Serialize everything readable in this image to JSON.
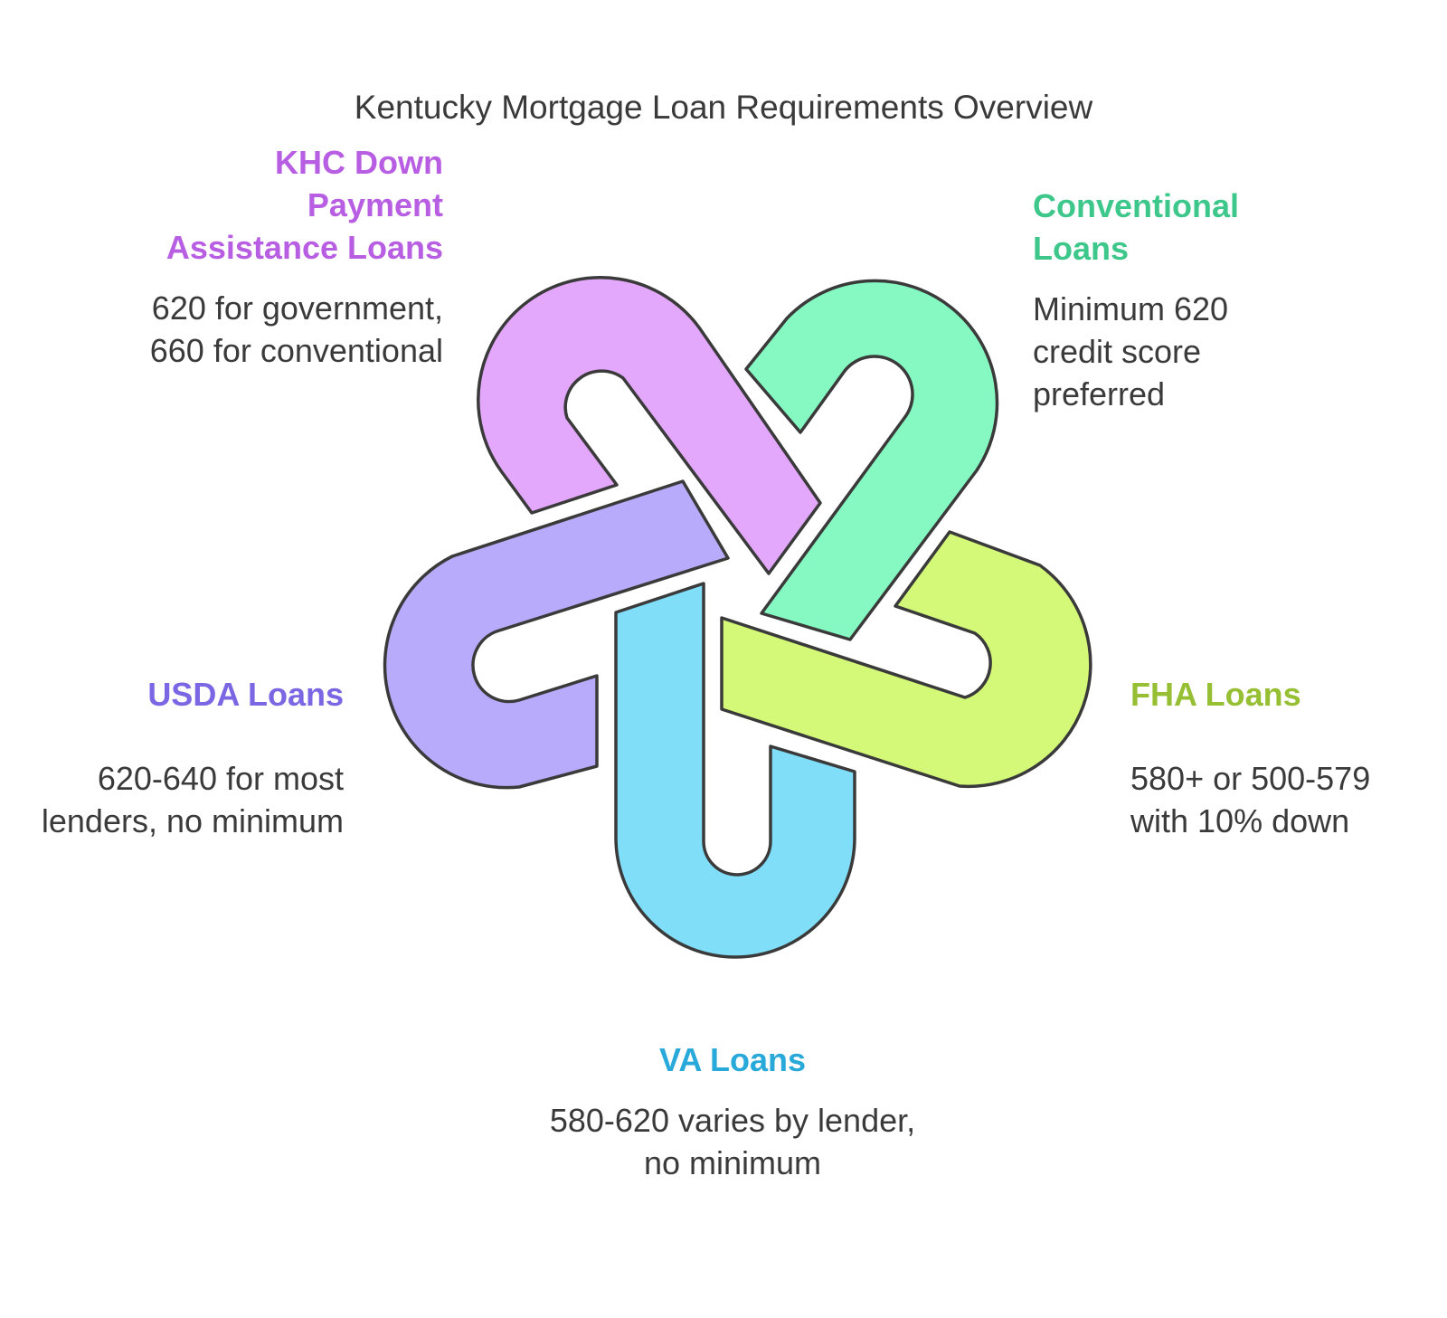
{
  "title": "Kentucky Mortgage Loan Requirements Overview",
  "loans": {
    "khc": {
      "name": "KHC Down Payment Assistance Loans",
      "description": "620 for government, 660 for conventional",
      "color": "#b85ee3",
      "fill": "#e3a8fb"
    },
    "conventional": {
      "name": "Conventional Loans",
      "description": "Minimum 620 credit score preferred",
      "color": "#3ec78a",
      "fill": "#86f8c2"
    },
    "fha": {
      "name": "FHA Loans",
      "description": "580+ or 500-579 with 10% down",
      "color": "#96bf33",
      "fill": "#d4f878"
    },
    "va": {
      "name": "VA Loans",
      "description": "580-620 varies by lender, no minimum",
      "color": "#28a9d9",
      "fill": "#80def9"
    },
    "usda": {
      "name": "USDA Loans",
      "description": "620-640 for most lenders, no minimum",
      "color": "#7b67e3",
      "fill": "#b9abfb"
    }
  }
}
